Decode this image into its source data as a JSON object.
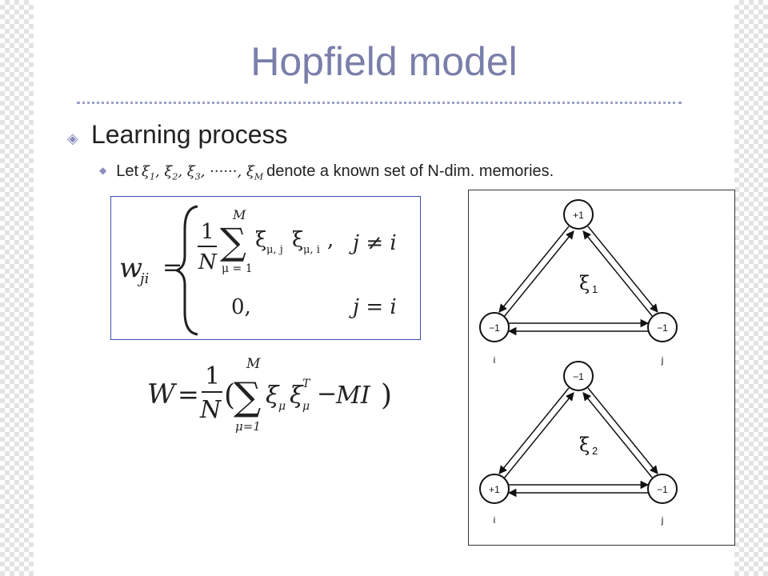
{
  "slide": {
    "title": "Hopfield model",
    "bullet1": "Learning process",
    "bullet2_prefix": "Let",
    "bullet2_suffix": "denote a known set of N-dim. memories.",
    "xi_sequence": [
      "ξ",
      "1",
      "ξ",
      "2",
      "ξ",
      "3",
      "······",
      "ξ",
      "M"
    ]
  },
  "equation1": {
    "lhs": "w",
    "lhs_sub": "ji",
    "equals": "=",
    "frac_num": "1",
    "frac_den": "N",
    "sum": "∑",
    "sum_top": "M",
    "sum_bottom": "μ = 1",
    "term": "ξ",
    "term1_sub": "μ, j",
    "term2_sub": "μ, i",
    "comma": ",",
    "cond1": "j ≠ i",
    "zero": "0,",
    "cond2": "j = i"
  },
  "equation2": {
    "lhs": "W",
    "equals": "=",
    "frac_num": "1",
    "frac_den": "N",
    "open": "(",
    "sum": "∑",
    "sum_top": "M",
    "sum_bottom": "μ=1",
    "xi": "ξ",
    "sub": "μ",
    "sup": "T",
    "minus": "−",
    "MI": "MI",
    "close": ")"
  },
  "network": {
    "top": {
      "top_label": "+1",
      "left_label": "−1",
      "right_label": "−1",
      "i_label": "i",
      "j_label": "j",
      "xi": "ξ",
      "xi_sub": "1"
    },
    "bottom": {
      "top_label": "−1",
      "left_label": "+1",
      "right_label": "−1",
      "i_label": "i",
      "j_label": "j",
      "xi": "ξ",
      "xi_sub": "2"
    }
  }
}
